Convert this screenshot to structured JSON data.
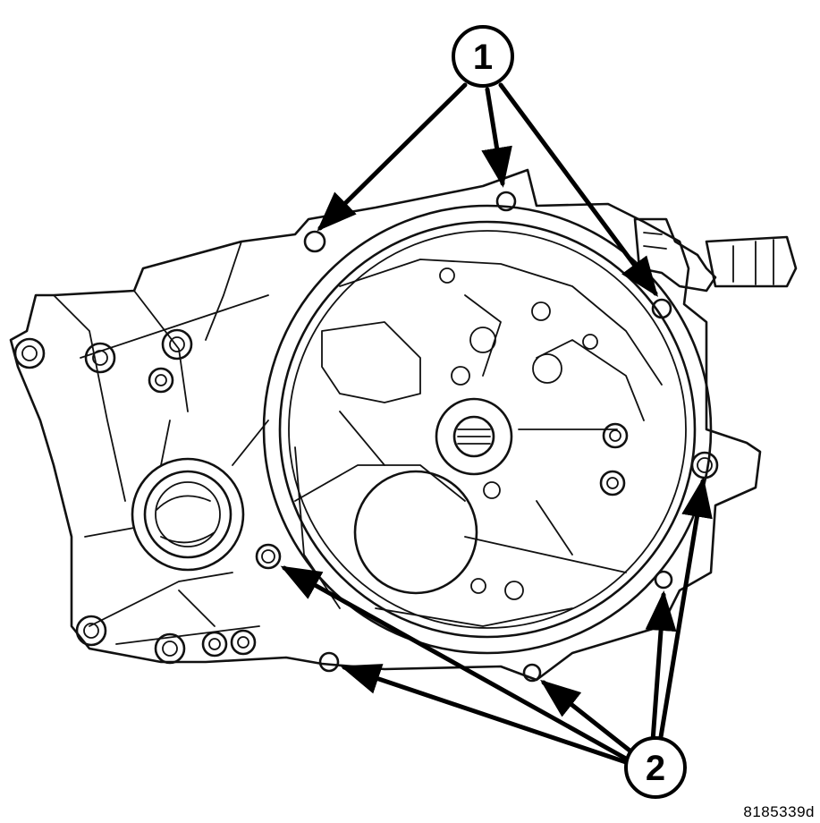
{
  "callouts": [
    {
      "label": "1"
    },
    {
      "label": "2"
    }
  ],
  "figure_id": "8185339d"
}
